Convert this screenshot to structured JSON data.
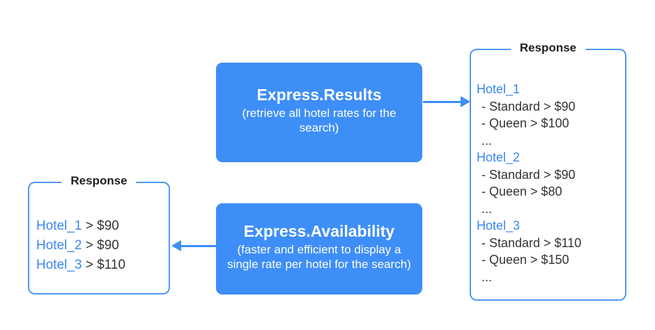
{
  "colors": {
    "primary": "#3e8ef7",
    "blue_text": "#3b86f0",
    "dark_text": "#333333",
    "border_blue": "#4f97f7",
    "title_text": "#1f1f1f"
  },
  "results_flow": {
    "node": {
      "title": "Express.Results",
      "subtitle": "(retrieve all hotel rates for the search)"
    },
    "response": {
      "title": "Response",
      "hotels": [
        {
          "name": "Hotel_1",
          "rates": [
            "- Standard > $90",
            "- Queen > $100"
          ],
          "more": "..."
        },
        {
          "name": "Hotel_2",
          "rates": [
            "- Standard > $90",
            "- Queen > $80"
          ],
          "more": "..."
        },
        {
          "name": "Hotel_3",
          "rates": [
            "- Standard > $110",
            "- Queen > $150"
          ],
          "more": "..."
        }
      ]
    }
  },
  "availability_flow": {
    "node": {
      "title": "Express.Availability",
      "subtitle": "(faster and efficient to display a single rate per hotel for the search)"
    },
    "response": {
      "title": "Response",
      "lines": [
        {
          "name": "Hotel_1",
          "rest": " > $90"
        },
        {
          "name": "Hotel_2",
          "rest": " > $90"
        },
        {
          "name": "Hotel_3",
          "rest": " > $110"
        }
      ]
    }
  }
}
